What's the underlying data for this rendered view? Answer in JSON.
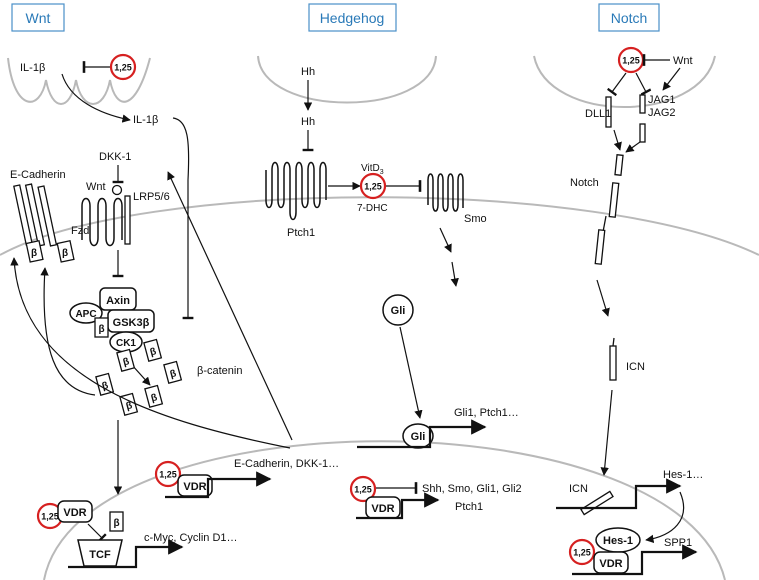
{
  "headers": {
    "wnt": "Wnt",
    "hedgehog": "Hedgehog",
    "notch": "Notch"
  },
  "colors": {
    "header_border": "#4a90c8",
    "header_text": "#2a7ab8",
    "d125_ring": "#d62020",
    "membrane": "#b9b9b9"
  },
  "d125": "1,25",
  "wnt": {
    "il1b": "IL-1β",
    "dkk1": "DKK-1",
    "wnt": "Wnt",
    "lrp56": "LRP5/6",
    "fzd": "Fzd",
    "ecadherin": "E-Cadherin",
    "beta": "β",
    "apc": "APC",
    "axin": "Axin",
    "gsk3b": "GSK3β",
    "ck1": "CK1",
    "bcatenin": "β-catenin",
    "vdr": "VDR",
    "tcf": "TCF",
    "target_ecad": "E-Cadherin, DKK-1…",
    "target_myc": "c-Myc, Cyclin D1…"
  },
  "hedgehog": {
    "hh": "Hh",
    "ptch1": "Ptch1",
    "vitd3": "VitD",
    "vitd3_sub": "3",
    "dhc": "7-DHC",
    "smo": "Smo",
    "gli": "Gli",
    "target_gli": "Gli1, Ptch1…",
    "target_shh": "Shh, Smo, Gli1, Gli2",
    "target_ptch1": "Ptch1",
    "vdr": "VDR"
  },
  "notch": {
    "wnt": "Wnt",
    "dll1": "DLL1",
    "jag1": "JAG1",
    "jag2": "JAG2",
    "notch": "Notch",
    "icn": "ICN",
    "hes1_target": "Hes-1…",
    "hes1": "Hes-1",
    "spp1": "SPP1",
    "vdr": "VDR"
  }
}
